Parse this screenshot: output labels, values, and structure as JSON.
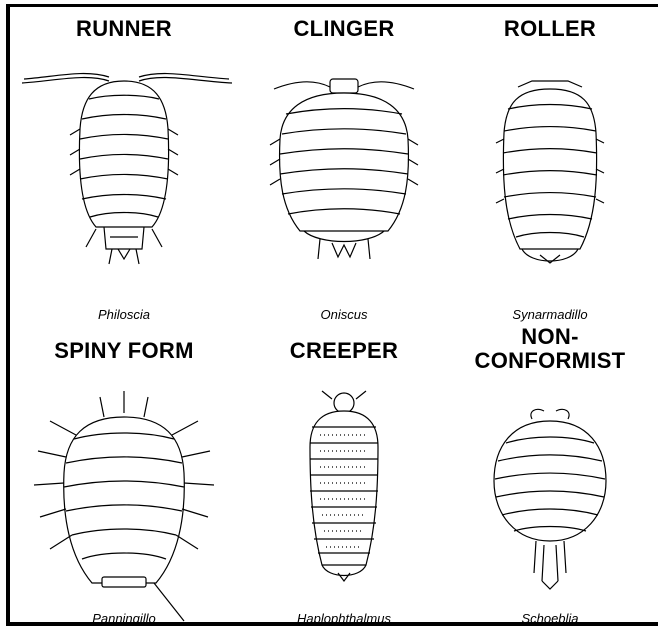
{
  "forms": [
    {
      "label": "RUNNER",
      "genus": "Philoscia"
    },
    {
      "label": "CLINGER",
      "genus": "Oniscus"
    },
    {
      "label": "ROLLER",
      "genus": "Synarmadillo"
    },
    {
      "label": "SPINY FORM",
      "genus": "Panningillo"
    },
    {
      "label": "CREEPER",
      "genus": "Haplophthalmus"
    },
    {
      "label_line1": "NON-",
      "label_line2": "CONFORMIST",
      "genus": "Schoeblia"
    }
  ]
}
